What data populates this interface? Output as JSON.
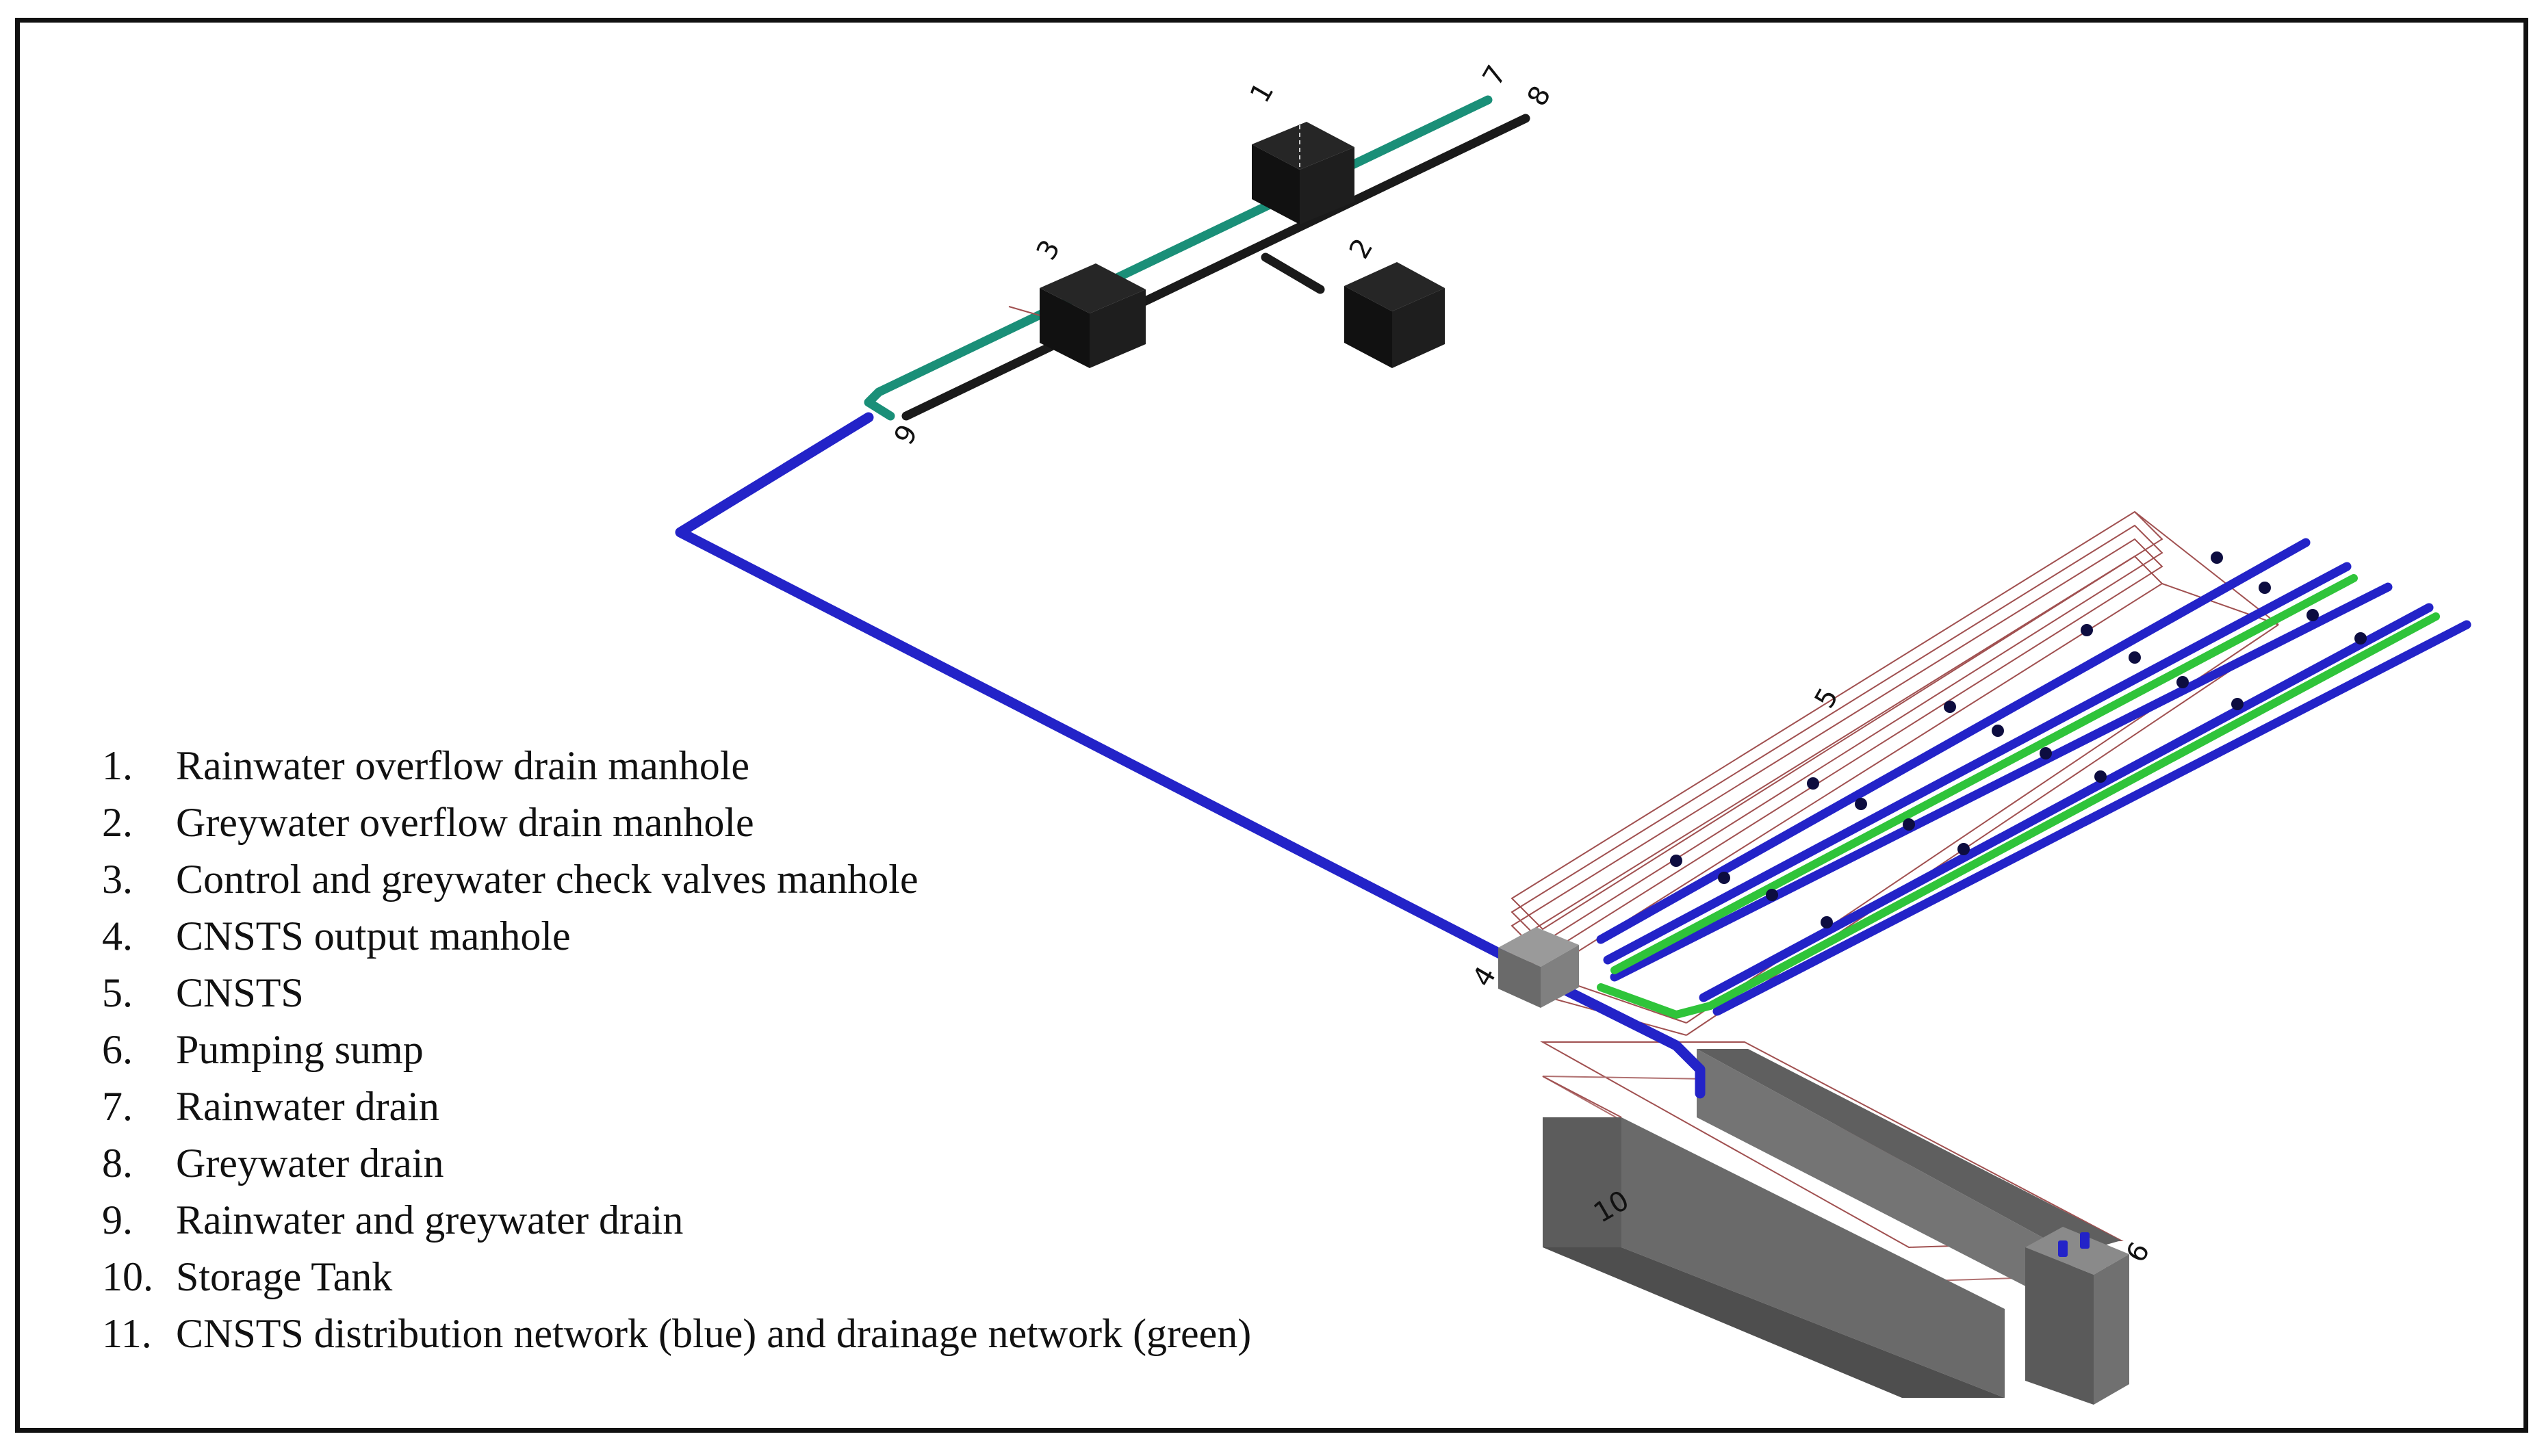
{
  "legend": {
    "items": [
      {
        "num": "1.",
        "text": "Rainwater overflow drain manhole"
      },
      {
        "num": "2.",
        "text": "Greywater overflow drain manhole"
      },
      {
        "num": "3.",
        "text": "Control and greywater check valves manhole"
      },
      {
        "num": "4.",
        "text": "CNSTS output manhole"
      },
      {
        "num": "5.",
        "text": "CNSTS"
      },
      {
        "num": "6.",
        "text": "Pumping sump"
      },
      {
        "num": "7.",
        "text": "Rainwater drain"
      },
      {
        "num": "8.",
        "text": "Greywater drain"
      },
      {
        "num": "9.",
        "text": "Rainwater and greywater drain"
      },
      {
        "num": "10.",
        "text": "Storage Tank"
      },
      {
        "num": "11.",
        "text": "CNSTS distribution network (blue) and drainage network (green)"
      }
    ]
  },
  "labels": {
    "l1": "1",
    "l2": "2",
    "l3": "3",
    "l4": "4",
    "l5": "5",
    "l6": "6",
    "l7": "7",
    "l8": "8",
    "l9": "9",
    "l10": "10"
  },
  "colors": {
    "distribution": "#2323c8",
    "drainage": "#2fc43a",
    "rainwater": "#1a8f78",
    "greywater": "#1a1a1a",
    "manhole": "#1c1c1c",
    "concrete": "#6e6e6e",
    "outline": "#a05050"
  }
}
